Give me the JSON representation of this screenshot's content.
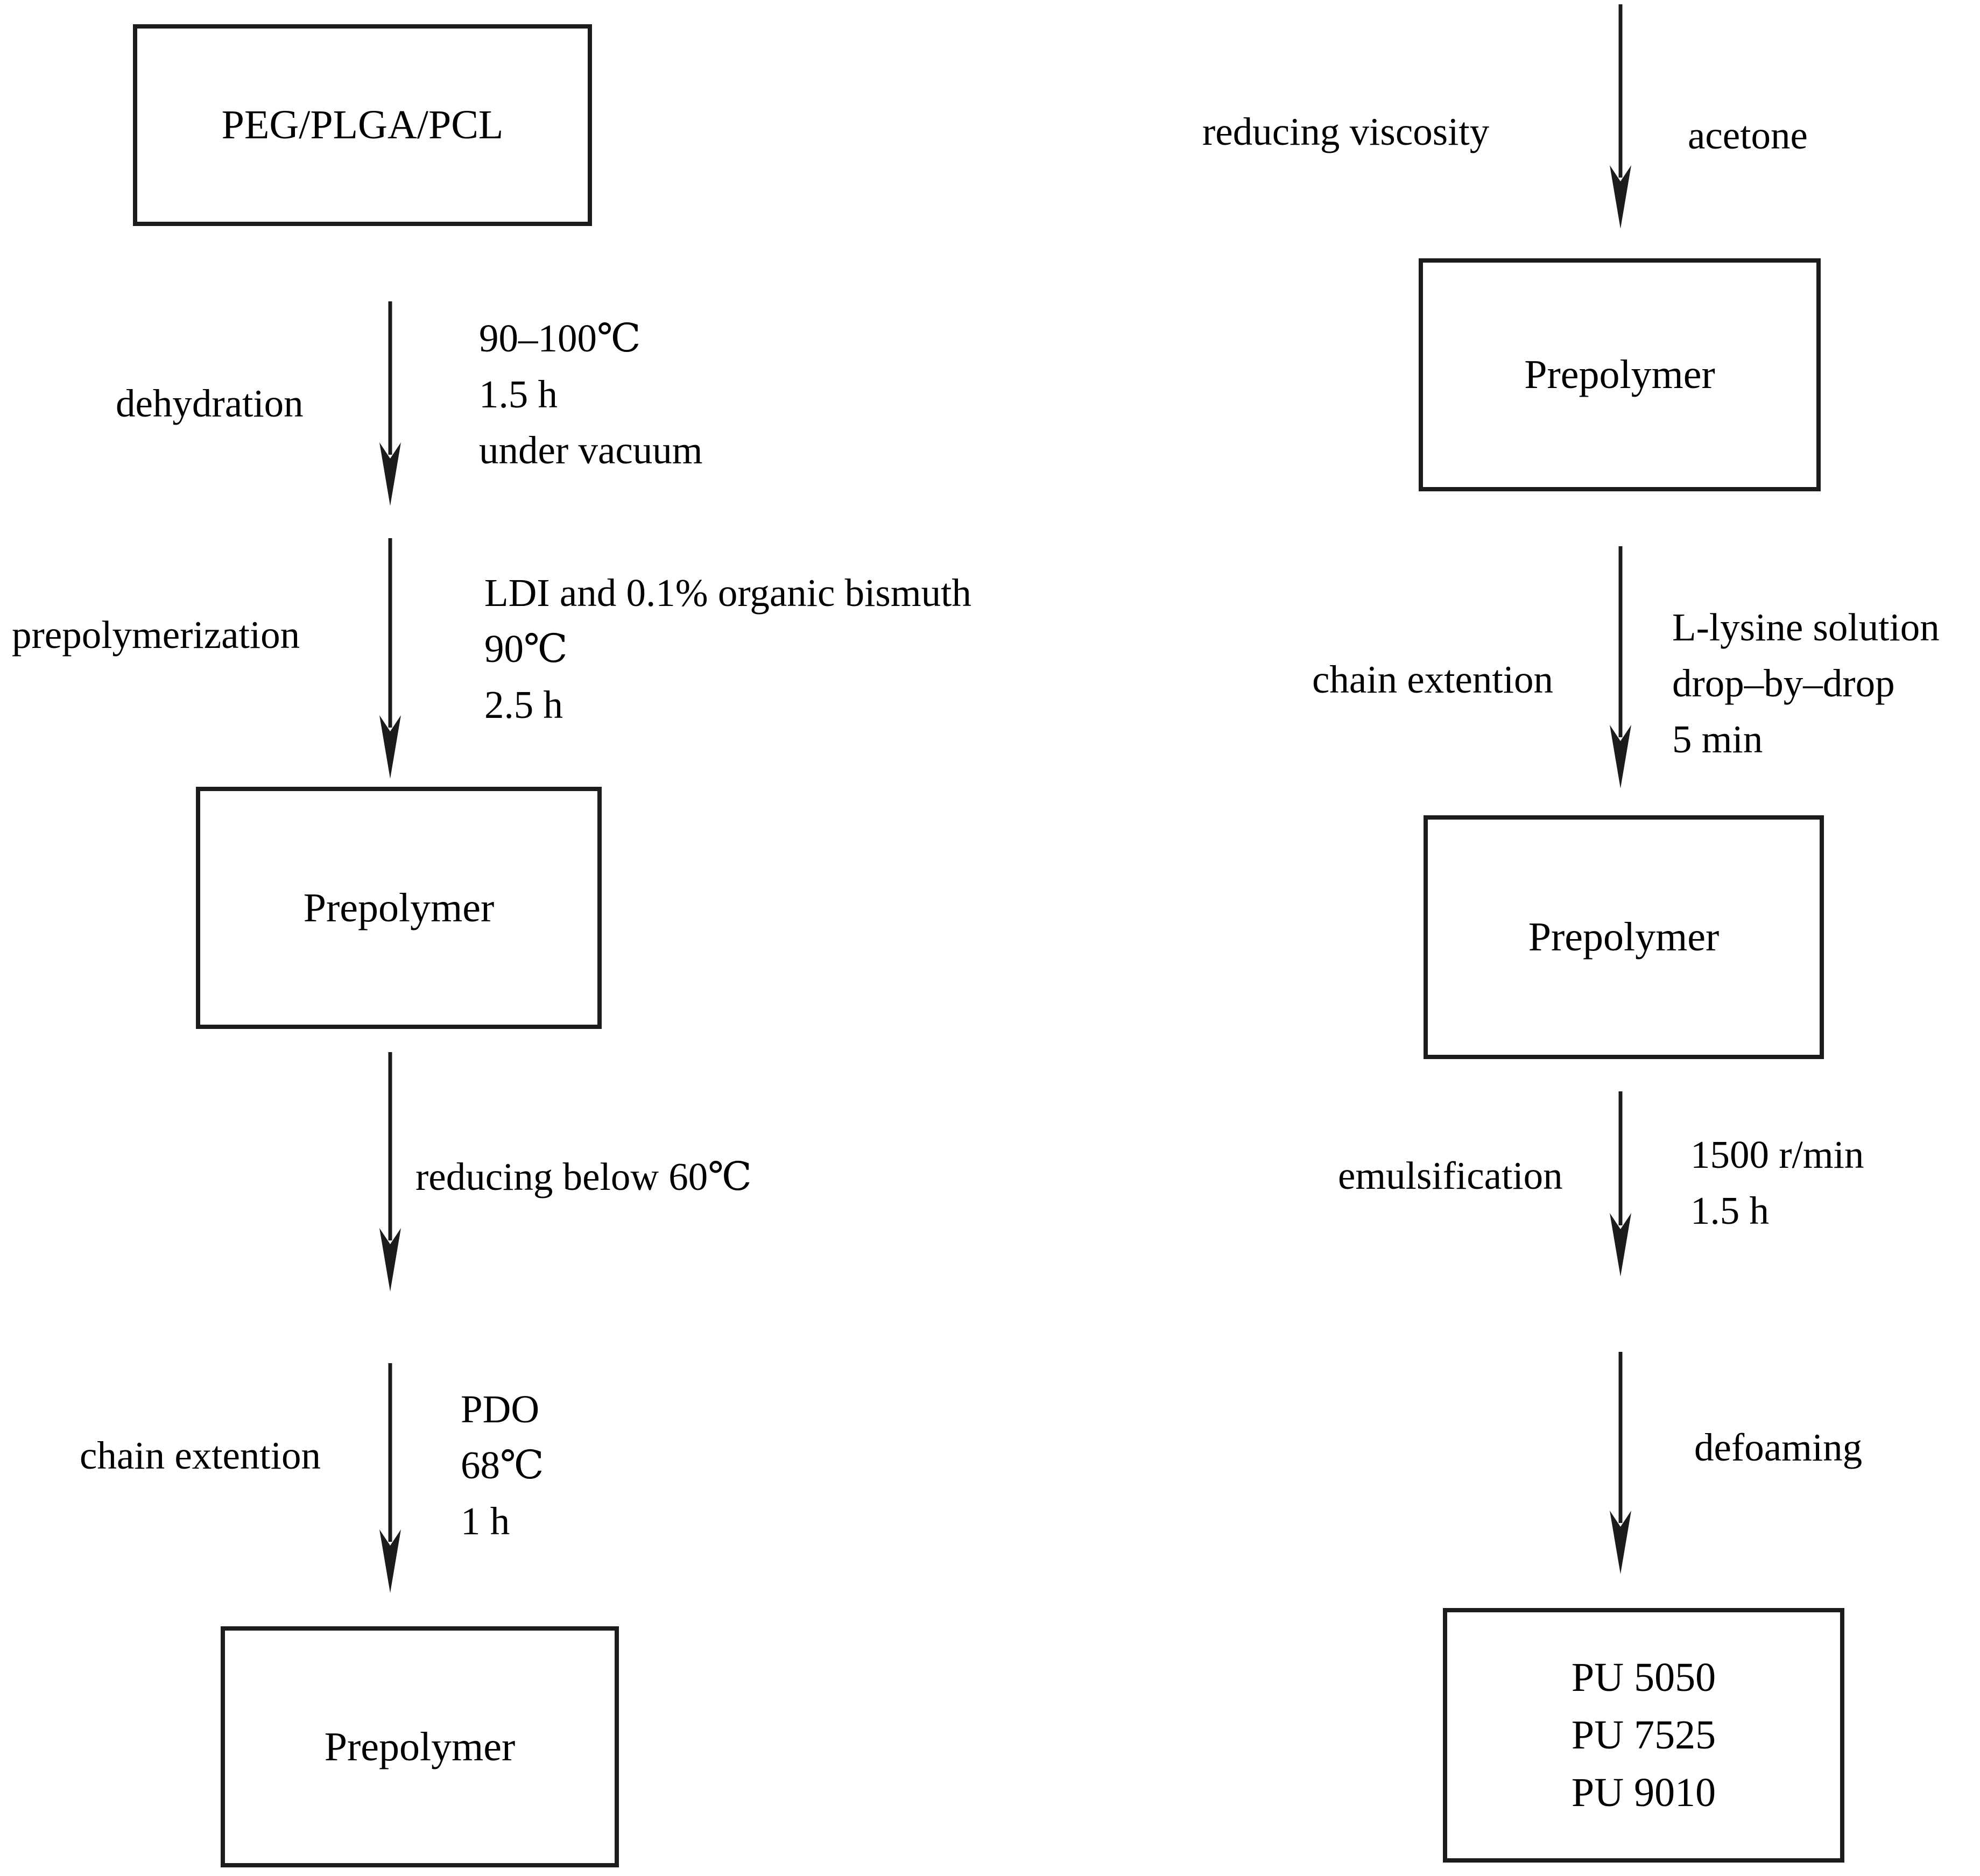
{
  "colors": {
    "ink": "#1c1c1c",
    "text": "#000000",
    "background": "#ffffff"
  },
  "left_column": {
    "source_box": {
      "label": "PEG/PLGA/PCL"
    },
    "steps": [
      {
        "left_label": "dehydration",
        "right_lines": [
          "90–100℃",
          "1.5 h",
          "under vacuum"
        ]
      },
      {
        "left_label": "prepolymerization",
        "right_lines": [
          "LDI and 0.1% organic bismuth",
          "90℃",
          "2.5 h"
        ]
      },
      {
        "right_lines": [
          "reducing below 60℃"
        ]
      },
      {
        "left_label": "chain extention",
        "right_lines": [
          "PDO",
          "68℃",
          "1 h"
        ]
      }
    ],
    "mid_box": {
      "label": "Prepolymer"
    },
    "end_box": {
      "label": "Prepolymer"
    }
  },
  "right_column": {
    "steps": [
      {
        "left_label": "reducing viscosity",
        "right_lines": [
          "acetone"
        ]
      },
      {
        "left_label": "chain extention",
        "right_lines": [
          "L-lysine solution",
          "drop–by–drop",
          "5 min"
        ]
      },
      {
        "left_label": "emulsification",
        "right_lines": [
          "1500 r/min",
          "1.5 h"
        ]
      },
      {
        "right_lines": [
          "defoaming"
        ]
      }
    ],
    "box1": {
      "label": "Prepolymer"
    },
    "box2": {
      "label": "Prepolymer"
    },
    "end_box": {
      "lines": [
        "PU 5050",
        "PU 7525",
        "PU 9010"
      ]
    }
  }
}
